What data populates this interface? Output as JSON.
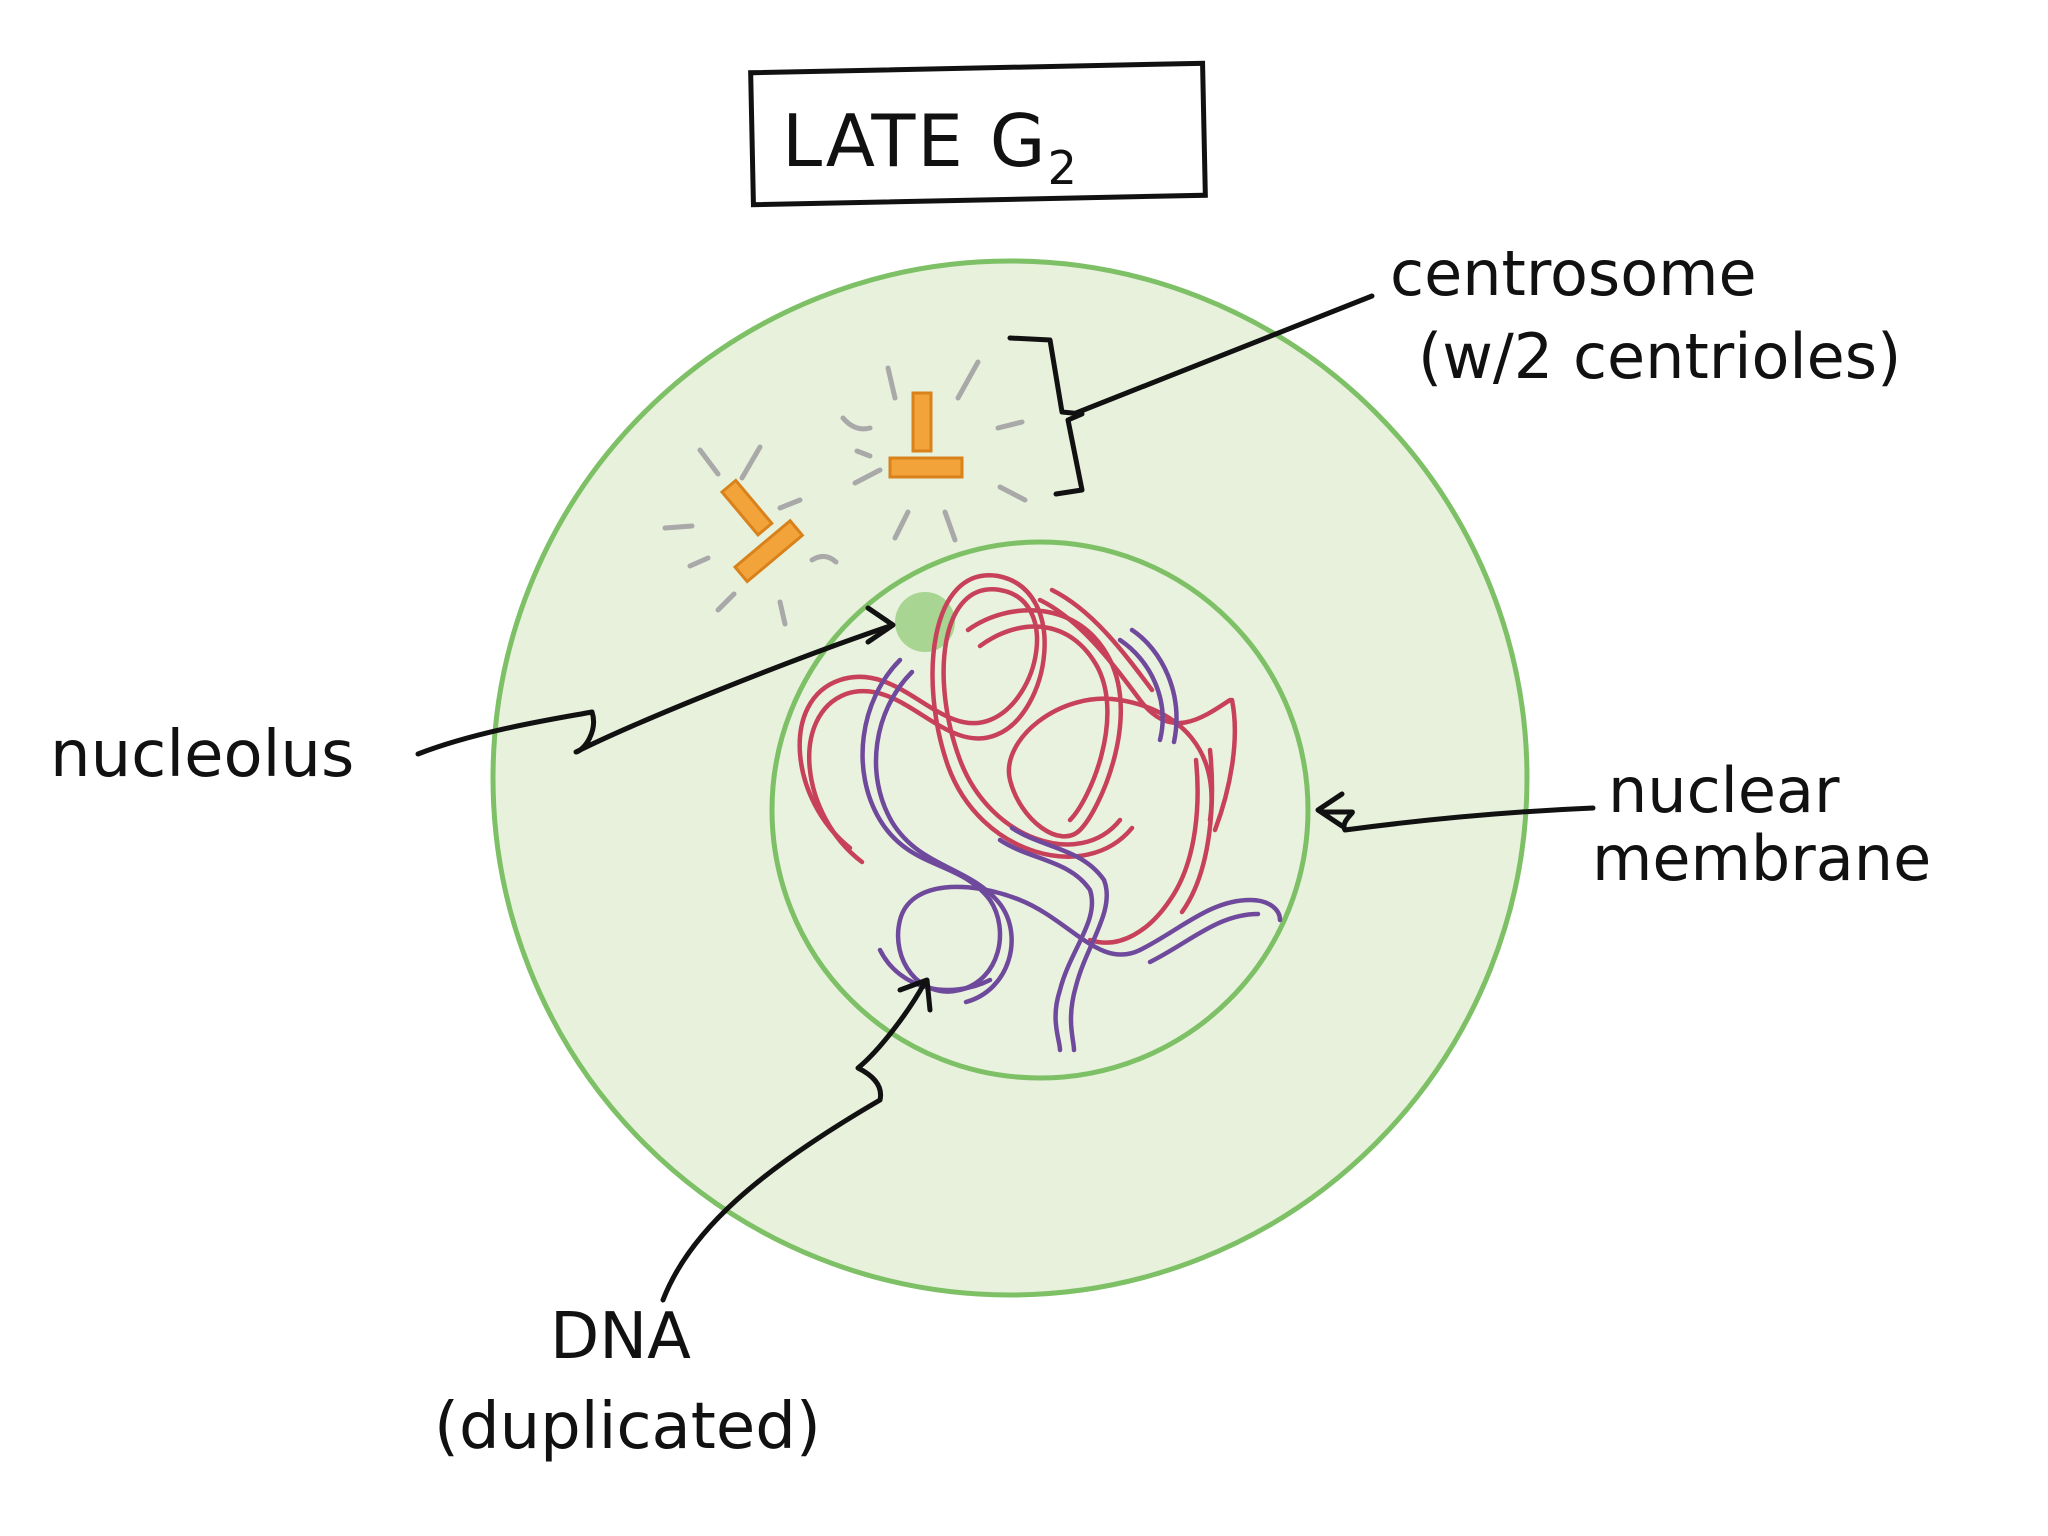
{
  "title": {
    "main": "LATE G",
    "subscript": "2"
  },
  "labels": {
    "centrosome_line1": "centrosome",
    "centrosome_line2": "(w/2 centrioles)",
    "nucleolus": "nucleolus",
    "nuclear_membrane_line1": "nuclear",
    "nuclear_membrane_line2": "membrane",
    "dna_line1": "DNA",
    "dna_line2": "(duplicated)"
  },
  "colors": {
    "cell_fill": "#e7f1dc",
    "cell_outline": "#7dc066",
    "nucleolus": "#a8d591",
    "centriole": "#f2a33a",
    "centriole_outline": "#d9821c",
    "microtubule_rays": "#a9a9a9",
    "dna_red": "#c8415a",
    "dna_purple": "#6f4a9c",
    "ink": "#111111"
  }
}
